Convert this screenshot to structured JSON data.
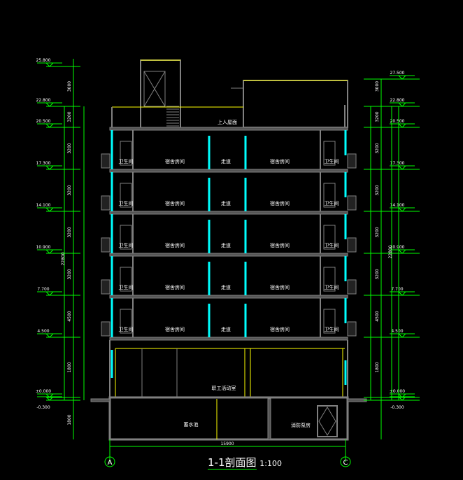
{
  "title": "1-1剖面图",
  "scale": "1:100",
  "axes": {
    "left": "A",
    "right": "C"
  },
  "overall_width_dim": "15900",
  "roof_label": "上人屋面",
  "floors": [
    {
      "elevation": "20.500",
      "rooms": [
        "卫生间",
        "宿舍房间",
        "走道",
        "宿舍房间",
        "卫生间"
      ]
    },
    {
      "elevation": "17.300",
      "rooms": [
        "卫生间",
        "宿舍房间",
        "走道",
        "宿舍房间",
        "卫生间"
      ]
    },
    {
      "elevation": "14.100",
      "rooms": [
        "卫生间",
        "宿舍房间",
        "走道",
        "宿舍房间",
        "卫生间"
      ]
    },
    {
      "elevation": "10.900",
      "rooms": [
        "卫生间",
        "宿舍房间",
        "走道",
        "宿舍房间",
        "卫生间"
      ]
    },
    {
      "elevation": "7.700",
      "rooms": [
        "卫生间",
        "宿舍房间",
        "走道",
        "宿舍房间",
        "卫生间"
      ]
    }
  ],
  "ground_floor": {
    "elevation": "4.500",
    "room": "职工活动室"
  },
  "basement": {
    "rooms": [
      "蓄水池",
      "消防泵房"
    ]
  },
  "elevations_left": [
    "25.800",
    "22.800",
    "20.500",
    "17.300",
    "14.100",
    "10.900",
    "7.700",
    "4.500",
    "±0.000",
    "-0.300"
  ],
  "elevations_right": [
    "27.500",
    "22.800",
    "20.500",
    "17.300",
    "14.100",
    "10.900",
    "7.700",
    "4.500",
    "±0.000",
    "-0.300"
  ],
  "total_height_dim": "22800",
  "floor_height_dims": [
    "3000",
    "3200",
    "3200",
    "3200",
    "3200",
    "3200",
    "4500",
    "1800"
  ],
  "colors": {
    "dim": "#00ff00",
    "wall": "#808080",
    "glass": "#00ffff",
    "yellow": "#ffff00",
    "text": "#ffffff"
  }
}
